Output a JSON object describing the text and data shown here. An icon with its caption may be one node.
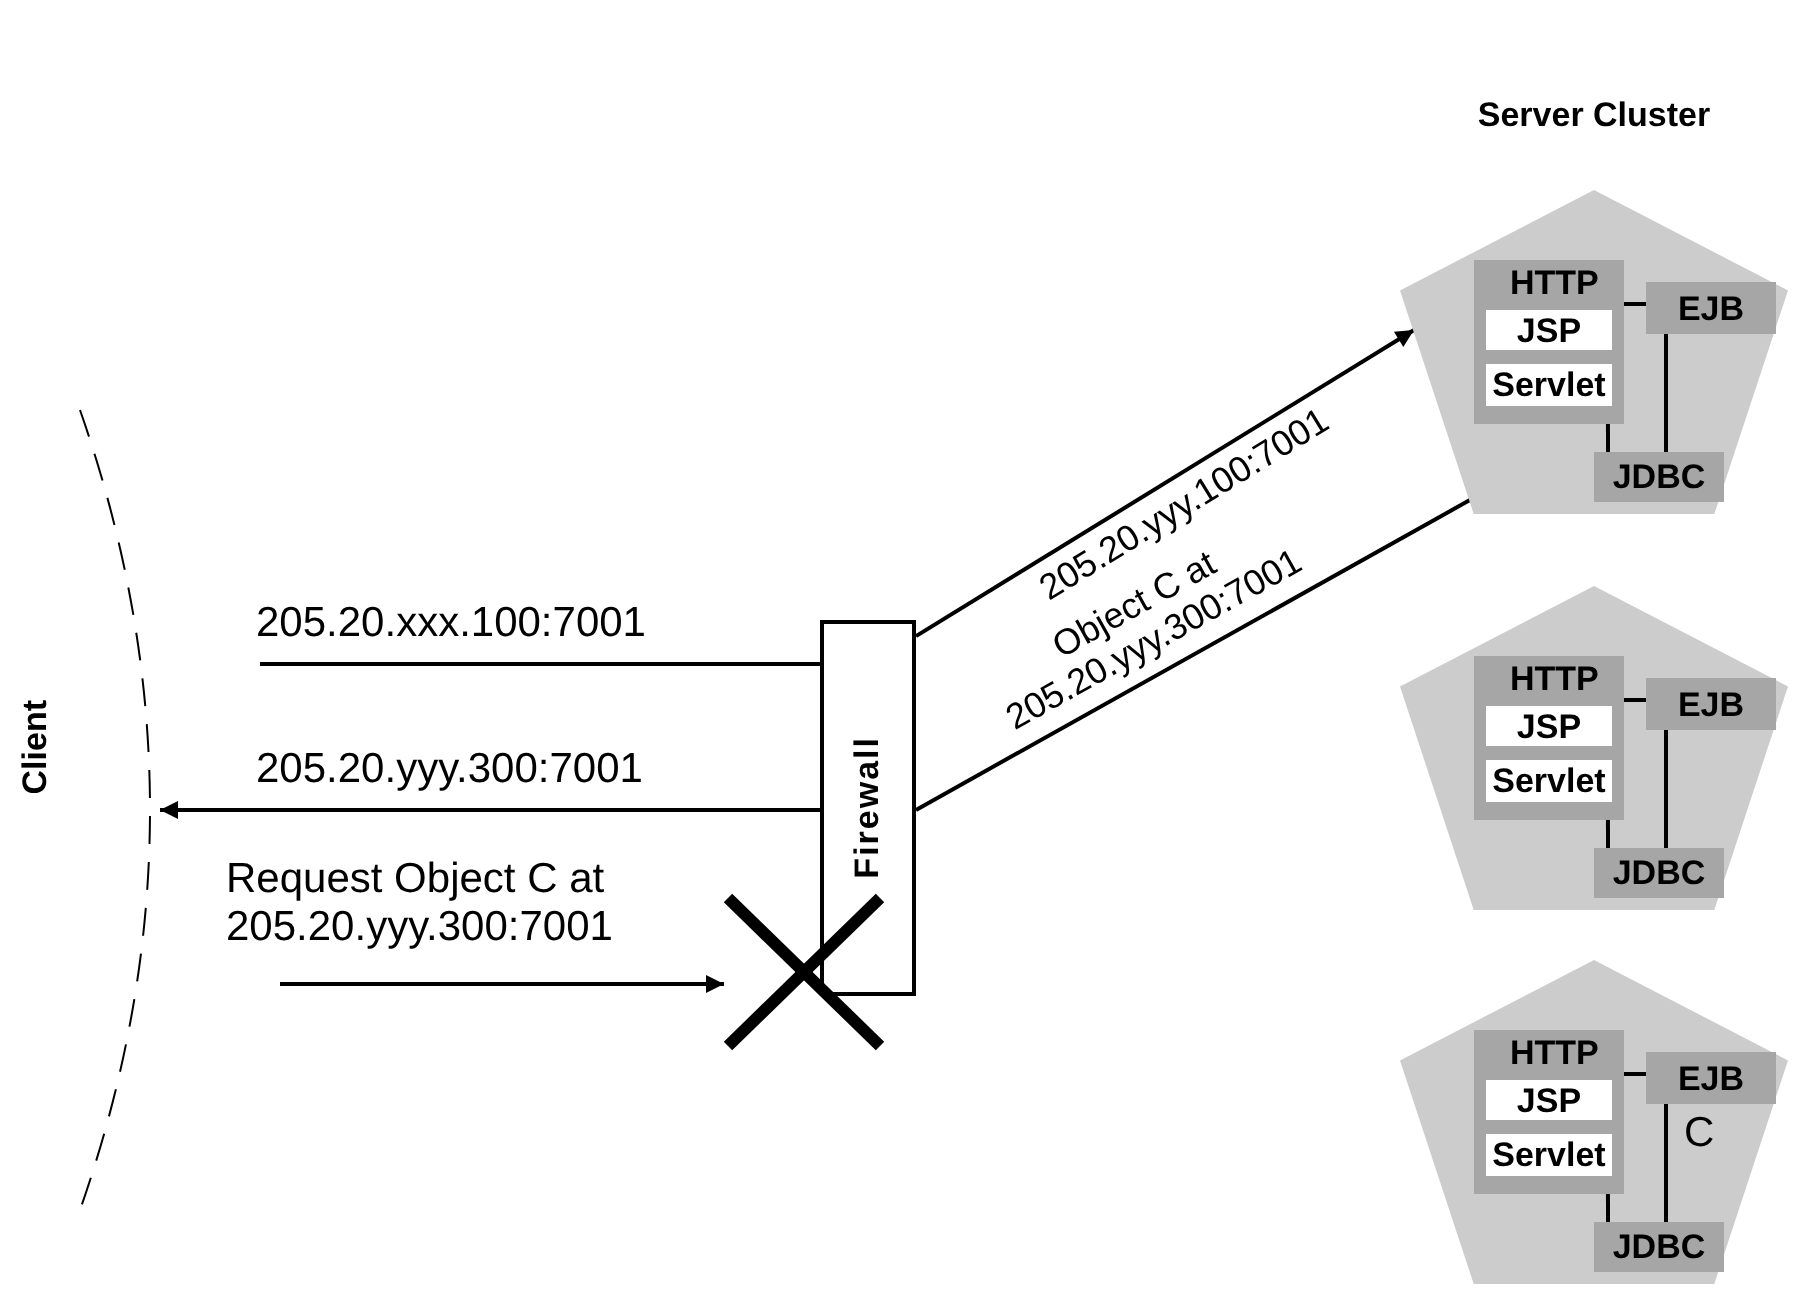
{
  "diagram": {
    "nodes": [
      {
        "text": [
          "Client"
        ]
      },
      {
        "text": [
          "Firewall"
        ]
      },
      {
        "text": [],
        "shape": "cross"
      },
      {
        "text": [],
        "shape": "pentagon"
      },
      {
        "text": [
          "HTTP"
        ],
        "in": 3
      },
      {
        "text": [
          "JSP"
        ],
        "in": 4
      },
      {
        "text": [
          "Servlet"
        ],
        "in": 4
      },
      {
        "text": [
          "EJB"
        ],
        "in": 3
      },
      {
        "text": [
          "JDBC"
        ],
        "in": 3
      },
      {
        "text": [],
        "shape": "pentagon"
      },
      {
        "text": [
          "HTTP"
        ],
        "in": 9
      },
      {
        "text": [
          "JSP"
        ],
        "in": 10
      },
      {
        "text": [
          "Servlet"
        ],
        "in": 10
      },
      {
        "text": [
          "EJB"
        ],
        "in": 9
      },
      {
        "text": [
          "JDBC"
        ],
        "in": 9
      },
      {
        "text": [],
        "shape": "pentagon"
      },
      {
        "text": [
          "HTTP"
        ],
        "in": 15
      },
      {
        "text": [
          "JSP"
        ],
        "in": 16
      },
      {
        "text": [
          "Servlet"
        ],
        "in": 16
      },
      {
        "text": [
          "EJB"
        ],
        "in": 15,
        "beside": [
          "C"
        ]
      },
      {
        "text": [
          "JDBC"
        ],
        "in": 15
      }
    ],
    "edges": [
      {
        "from": 1,
        "to": 3,
        "arrow": "to",
        "label": "205.20.yyy.100:7001"
      },
      {
        "from": 3,
        "to": 1,
        "arrow": "none",
        "label": "Object C at 205.20.yyy.300:7001"
      },
      {
        "from": null,
        "to": 1,
        "arrow": "none",
        "label": "205.20.xxx.100:7001"
      },
      {
        "from": 1,
        "to": 0,
        "arrow": "to",
        "label": "205.20.yyy.300:7001"
      },
      {
        "from": null,
        "to": 2,
        "arrow": "to",
        "label": "Request Object C at 205.20.yyy.300:7001"
      },
      {
        "from": 4,
        "to": 7,
        "arrow": "none"
      },
      {
        "from": 4,
        "to": 8,
        "arrow": "none"
      },
      {
        "from": 7,
        "to": 8,
        "arrow": "none"
      },
      {
        "from": 10,
        "to": 13,
        "arrow": "none"
      },
      {
        "from": 10,
        "to": 14,
        "arrow": "none"
      },
      {
        "from": 13,
        "to": 14,
        "arrow": "none"
      },
      {
        "from": 16,
        "to": 19,
        "arrow": "none"
      },
      {
        "from": 16,
        "to": 20,
        "arrow": "none"
      },
      {
        "from": 19,
        "to": 20,
        "arrow": "none"
      }
    ],
    "labels": [
      "Server Cluster"
    ]
  }
}
